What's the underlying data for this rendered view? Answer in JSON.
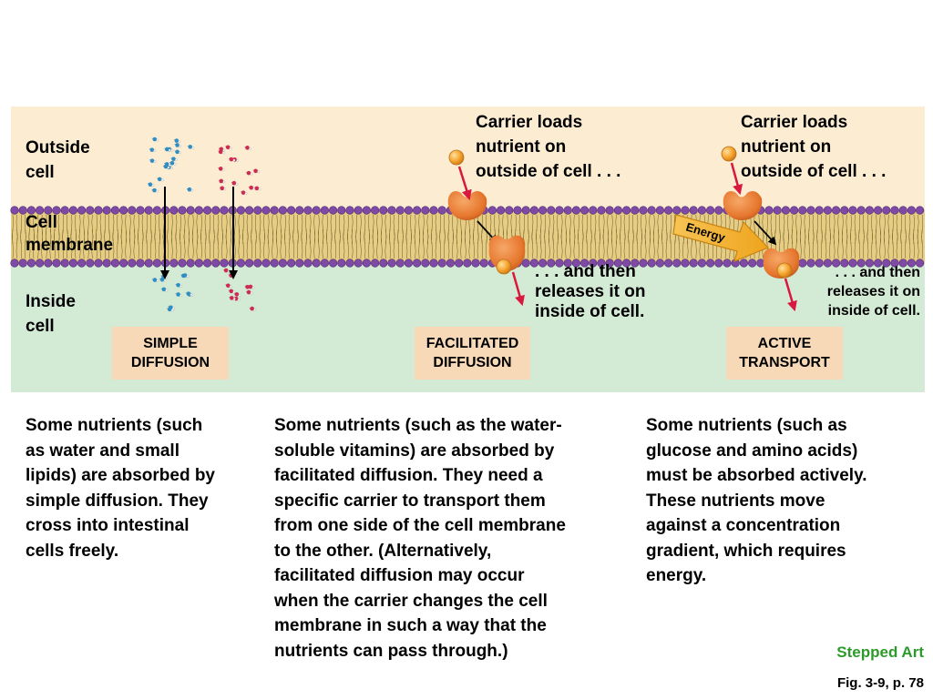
{
  "regions": {
    "outside_label": "Outside\ncell",
    "membrane_label": "Cell\nmembrane",
    "inside_label": "Inside\ncell"
  },
  "mechanisms": {
    "simple": {
      "label": "SIMPLE\nDIFFUSION"
    },
    "facilitated": {
      "label": "FACILITATED\nDIFFUSION",
      "load_text": "Carrier loads\nnutrient on\noutside of cell . . .",
      "release_text": ". . . and then\nreleases it on\ninside of cell."
    },
    "active": {
      "label": "ACTIVE\nTRANSPORT",
      "load_text": "Carrier loads\nnutrient on\noutside of cell . . .",
      "release_text": ". . . and then\nreleases it on\ninside of cell.",
      "energy_label": "Energy"
    }
  },
  "descriptions": {
    "simple": "Some nutrients (such\nas water and small\nlipids) are absorbed by\nsimple diffusion. They\ncross into intestinal\ncells freely.",
    "facilitated": "Some nutrients (such as the water-\nsoluble vitamins) are absorbed by\nfacilitated diffusion. They need a\nspecific carrier to transport them\nfrom one side of the cell membrane\nto the other. (Alternatively,\nfacilitated diffusion may occur\nwhen the carrier changes the cell\nmembrane in such a way that the\nnutrients can pass through.)",
    "active": "Some nutrients (such as\nglucose and amino acids)\nmust be absorbed actively.\nThese nutrients move\nagainst a concentration\ngradient, which requires\nenergy."
  },
  "footer": {
    "stepped_art": "Stepped Art",
    "figure_ref": "Fig. 3-9, p. 78"
  },
  "colors": {
    "outside": "#fcecd2",
    "inside": "#d3ead5",
    "membrane_band": "#e6cd83",
    "lipid_head": "#7e4aa6",
    "carrier": "#e6762d",
    "nutrient": "#f6a32b",
    "arrow_red": "#d9183d",
    "label_box": "#f7d9b7",
    "energy": "#f3b125",
    "stepped_art": "#2e9a2c"
  }
}
